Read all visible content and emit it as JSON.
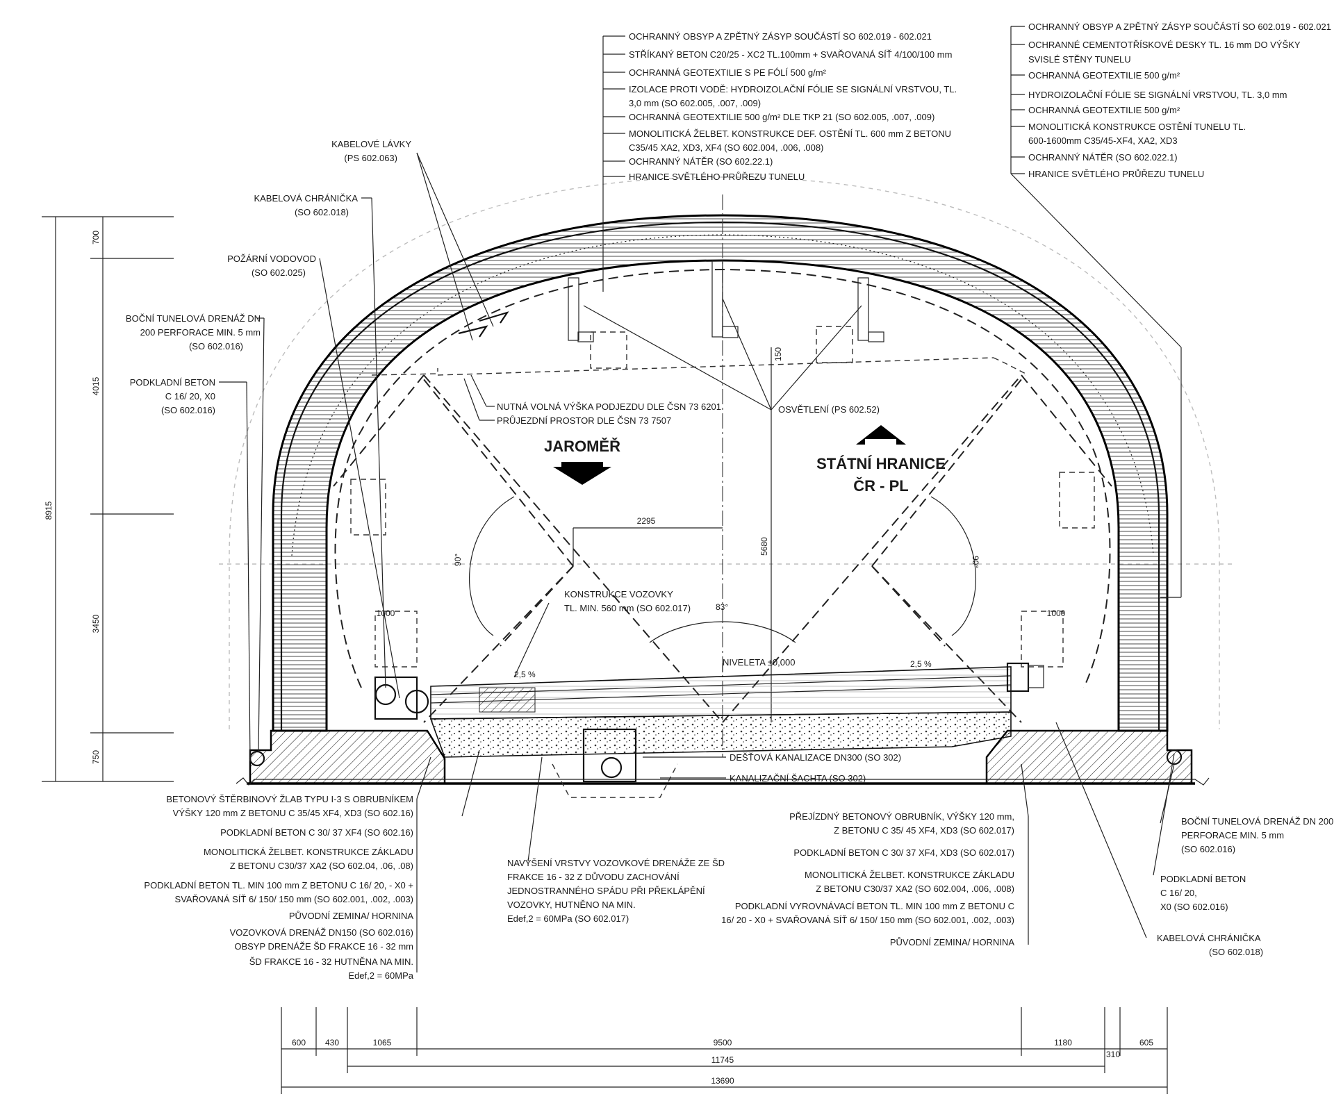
{
  "labels_top_center": [
    "OCHRANNÝ OBSYP A ZPĚTNÝ ZÁSYP SOUČÁSTÍ SO 602.019 - 602.021",
    "STŘÍKANÝ BETON C20/25 - XC2 TL.100mm + SVAŘOVANÁ SÍŤ 4/100/100 mm",
    "OCHRANNÁ GEOTEXTILIE S PE FÓLÍ 500 g/m²",
    "IZOLACE PROTI VODĚ: HYDROIZOLAČNÍ FÓLIE SE SIGNÁLNÍ VRSTVOU, TL.",
    "3,0 mm (SO 602.005, .007, .009)",
    "OCHRANNÁ GEOTEXTILIE 500 g/m² DLE TKP 21 (SO 602.005, .007, .009)",
    "MONOLITICKÁ ŽELBET. KONSTRUKCE DEF. OSTĚNÍ TL. 600 mm Z BETONU",
    "C35/45 XA2, XD3, XF4 (SO 602.004, .006, .008)",
    "OCHRANNÝ NÁTĚR (SO 602.22.1)",
    "HRANICE SVĚTLÉHO PRŮŘEZU TUNELU"
  ],
  "labels_top_right": [
    "OCHRANNÝ OBSYP A ZPĚTNÝ ZÁSYP SOUČÁSTÍ SO 602.019 - 602.021",
    "OCHRANNÉ CEMENTOTŘÍSKOVÉ DESKY TL. 16 mm DO VÝŠKY",
    "SVISLÉ STĚNY TUNELU",
    "OCHRANNÁ GEOTEXTILIE 500 g/m²",
    "HYDROIZOLAČNÍ FÓLIE SE SIGNÁLNÍ VRSTVOU, TL. 3,0 mm",
    "OCHRANNÁ GEOTEXTILIE 500 g/m²",
    "MONOLITICKÁ KONSTRUKCE OSTĚNÍ TUNELU TL.",
    "600-1600mm C35/45-XF4, XA2, XD3",
    "OCHRANNÝ NÁTĚR (SO 602.022.1)",
    "HRANICE SVĚTLÉHO PRŮŘEZU TUNELU"
  ],
  "labels_left": {
    "kabelove_lavky": [
      "KABELOVÉ LÁVKY",
      "(PS 602.063)"
    ],
    "kabelova_chranicka": [
      "KABELOVÁ CHRÁNIČKA",
      "(SO 602.018)"
    ],
    "pozarni_vodovod": [
      "POŽÁRNÍ VODOVOD",
      "(SO 602.025)"
    ],
    "bocni_drenaz": [
      "BOČNÍ TUNELOVÁ DRENÁŽ DN",
      "200 PERFORACE MIN. 5 mm",
      "(SO 602.016)"
    ],
    "podkladni_beton": [
      "PODKLADNÍ BETON",
      "C 16/ 20, X0",
      "(SO 602.016)"
    ]
  },
  "labels_interior": {
    "nutna_vyska": "NUTNÁ VOLNÁ VÝŠKA PODJEZDU DLE ČSN 73 6201",
    "prujezdni_prostor": "PRŮJEZDNÍ PROSTOR DLE ČSN 73 7507",
    "osvetleni": "OSVĚTLENÍ (PS 602.52)",
    "jaromer": "JAROMĚŘ",
    "statni_hranice": "STÁTNÍ HRANICE",
    "cr_pl": "ČR - PL",
    "konstrukce_vozovky": [
      "KONSTRUKCE VOZOVKY",
      "TL. MIN. 560 mm (SO 602.017)"
    ],
    "niveleta": "NIVELETA ±0,000",
    "slope_left": "2,5 %",
    "slope_right": "2,5 %",
    "angle_left": "90°",
    "angle_right": "90°",
    "angle_bottom": "83°",
    "dim_2295": "2295",
    "dim_5680": "5680",
    "dim_150": "150",
    "dim_1000_left": "1000",
    "dim_1000_right": "1000",
    "destova": "DEŠŤOVÁ KANALIZACE DN300 (SO 302)",
    "kanalizacni": "KANALIZAČNÍ ŠACHTA (SO 302)"
  },
  "dims_left_vertical": {
    "total": "8915",
    "segments": [
      "700",
      "4015",
      "3450",
      "750"
    ]
  },
  "labels_bottom_left": [
    "BETONOVÝ ŠTĚRBINOVÝ ŽLAB TYPU I-3 S OBRUBNÍKEM",
    "VÝŠKY 120 mm Z BETONU C 35/45 XF4, XD3 (SO 602.16)",
    "PODKLADNÍ BETON C 30/ 37 XF4 (SO 602.16)",
    "MONOLITICKÁ ŽELBET. KONSTRUKCE ZÁKLADU",
    "Z BETONU C30/37 XA2 (SO 602.04, .06, .08)",
    "PODKLADNÍ BETON TL. MIN 100 mm Z BETONU C 16/ 20, - X0 +",
    "SVAŘOVANÁ SÍŤ 6/ 150/ 150 mm (SO 602.001, .002, .003)",
    "PŮVODNÍ ZEMINA/ HORNINA",
    "VOZOVKOVÁ DRENÁŽ DN150 (SO 602.016)",
    "OBSYP DRENÁŽE ŠD FRAKCE 16 - 32 mm",
    "ŠD FRAKCE 16 - 32 HUTNĚNA NA MIN.",
    "Edef,2 = 60MPa"
  ],
  "labels_bottom_center": [
    "NAVÝŠENÍ VRSTVY VOZOVKOVÉ DRENÁŽE ZE ŠD",
    "FRAKCE 16 - 32 Z DŮVODU ZACHOVÁNÍ",
    "JEDNOSTRANNÉHO SPÁDU PŘI PŘEKLÁPĚNÍ",
    "VOZOVKY, HUTNĚNO NA MIN.",
    "Edef,2 = 60MPa (SO 602.017)"
  ],
  "labels_bottom_right": [
    "PŘEJÍZDNÝ BETONOVÝ OBRUBNÍK, VÝŠKY 120 mm,",
    "Z BETONU C 35/ 45 XF4, XD3 (SO 602.017)",
    "PODKLADNÍ BETON C 30/ 37 XF4, XD3 (SO 602.017)",
    "MONOLITICKÁ ŽELBET. KONSTRUKCE ZÁKLADU",
    "Z BETONU C30/37 XA2 (SO 602.004, .006, .008)",
    "PODKLADNÍ VYROVNÁVACÍ BETON TL. MIN 100 mm Z BETONU C",
    "16/ 20 - X0 + SVAŘOVANÁ SÍŤ 6/ 150/ 150 mm (SO 602.001, .002, .003)",
    "PŮVODNÍ ZEMINA/ HORNINA"
  ],
  "labels_far_right": {
    "bocni_drenaz": [
      "BOČNÍ TUNELOVÁ DRENÁŽ DN 200",
      "PERFORACE MIN. 5 mm",
      "(SO 602.016)"
    ],
    "podkladni_beton": [
      "PODKLADNÍ BETON",
      "C 16/ 20,",
      "X0 (SO 602.016)"
    ],
    "kabelova_chranicka": [
      "KABELOVÁ CHRÁNIČKA",
      "(SO 602.018)"
    ]
  },
  "dims_bottom": {
    "row1": [
      "600",
      "430",
      "1065",
      "9500",
      "1180",
      "605"
    ],
    "small": "310",
    "row2": "11745",
    "row3": "13690"
  }
}
